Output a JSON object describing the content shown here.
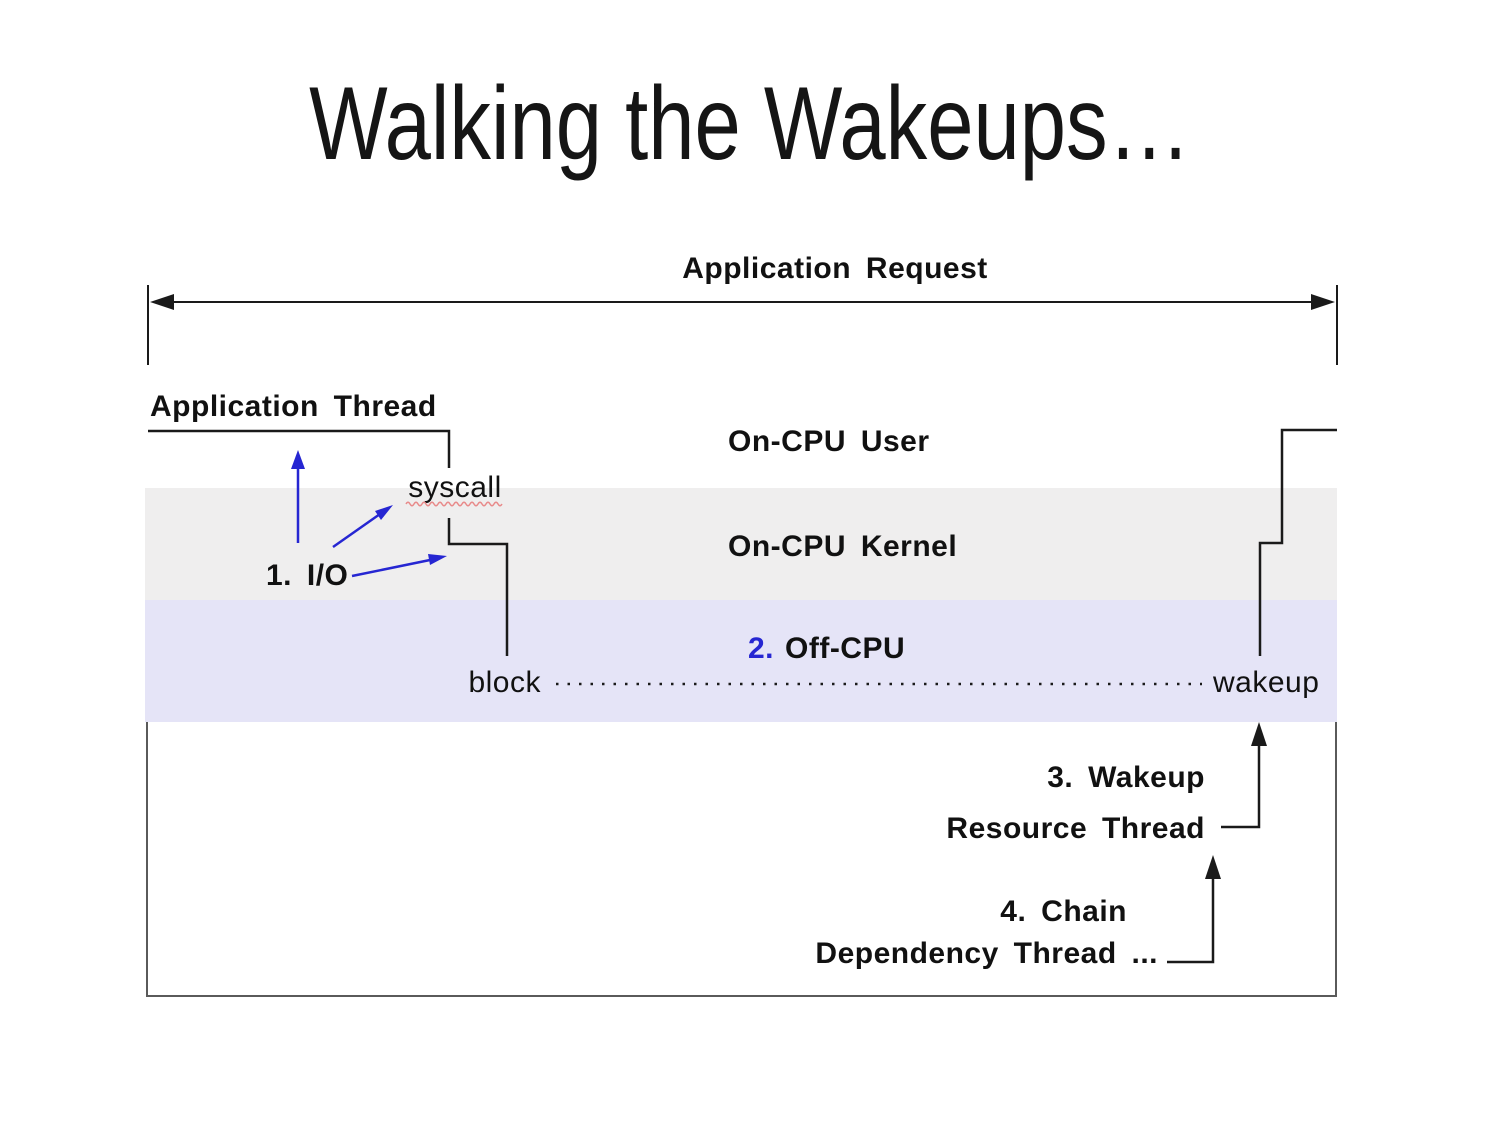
{
  "slide": {
    "title": "Walking the Wakeups…"
  },
  "colors": {
    "label_black": "#111111",
    "line_black": "#1a1a1a",
    "accent_blue": "#2626d2",
    "kernel_band_gray": "#efeeee",
    "offcpu_band_lavender": "#e5e4f7",
    "box_border_gray": "#5a5a5a",
    "squiggle_red": "#e88a8a"
  },
  "diagram": {
    "request_label": "Application Request",
    "thread_label": "Application Thread",
    "bands": {
      "user_label": "On-CPU User",
      "kernel_label": "On-CPU Kernel",
      "offcpu_number": "2.",
      "offcpu_label": "Off-CPU"
    },
    "events": {
      "syscall": "syscall",
      "block": "block",
      "wakeup": "wakeup"
    },
    "steps": {
      "io": "1. I/O",
      "wakeup": "3. Wakeup",
      "chain": "4. Chain"
    },
    "threads": {
      "resource": "Resource Thread",
      "dependency": "Dependency Thread ..."
    }
  }
}
